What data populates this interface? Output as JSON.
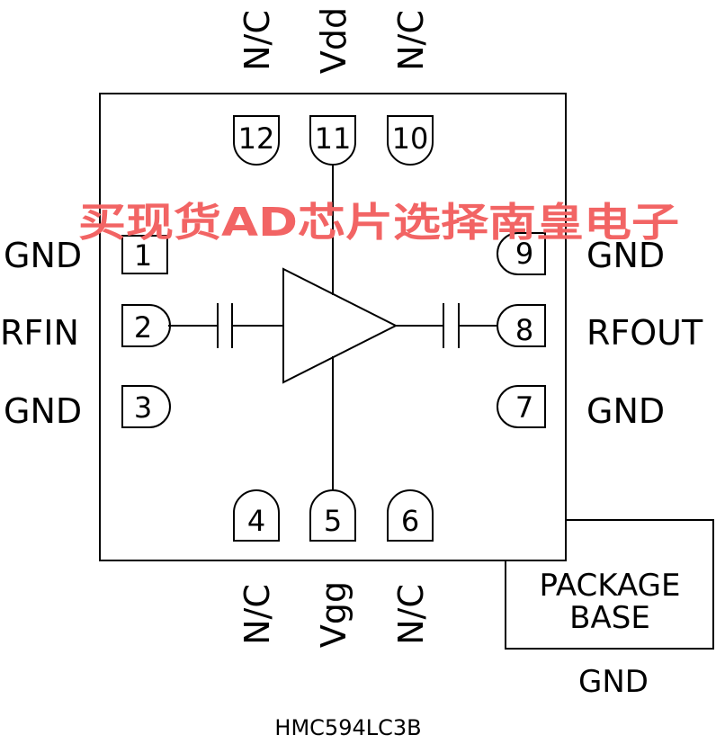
{
  "watermark": {
    "text": "买现货AD芯片选择南皇电子",
    "color": "#f26464"
  },
  "part_number": "HMC594LC3B",
  "package_base": {
    "line1": "PACKAGE",
    "line2": "BASE",
    "gnd_label": "GND"
  },
  "pins": {
    "p1": {
      "number": "1",
      "label": "GND"
    },
    "p2": {
      "number": "2",
      "label": "RFIN"
    },
    "p3": {
      "number": "3",
      "label": "GND"
    },
    "p4": {
      "number": "4",
      "label": "N/C"
    },
    "p5": {
      "number": "5",
      "label": "Vgg"
    },
    "p6": {
      "number": "6",
      "label": "N/C"
    },
    "p7": {
      "number": "7",
      "label": "GND"
    },
    "p8": {
      "number": "8",
      "label": "RFOUT"
    },
    "p9": {
      "number": "9",
      "label": "GND"
    },
    "p10": {
      "number": "10",
      "label": "N/C"
    },
    "p11": {
      "number": "11",
      "label": "Vdd"
    },
    "p12": {
      "number": "12",
      "label": "N/C"
    }
  }
}
